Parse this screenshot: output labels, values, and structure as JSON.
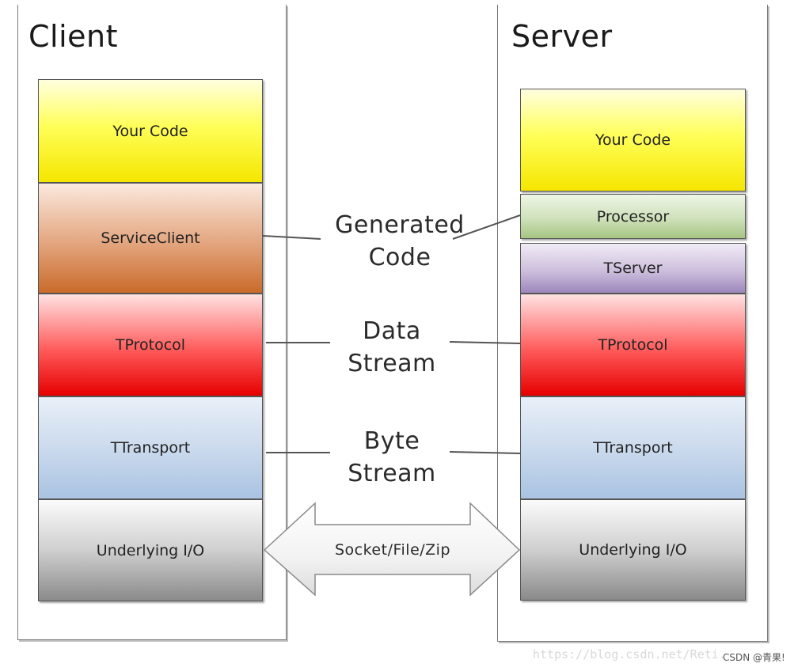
{
  "client": {
    "title": "Client",
    "layers": [
      "Your Code",
      "ServiceClient",
      "TProtocol",
      "TTransport",
      "Underlying I/O"
    ]
  },
  "server": {
    "title": "Server",
    "layers": [
      "Your Code",
      "Processor",
      "TServer",
      "TProtocol",
      "TTransport",
      "Underlying I/O"
    ]
  },
  "middle": {
    "generated": [
      "Generated",
      "Code"
    ],
    "data": [
      "Data",
      "Stream"
    ],
    "byte": [
      "Byte",
      "Stream"
    ],
    "arrow_label": "Socket/File/Zip"
  },
  "watermark": {
    "url": "https://blog.csdn.net/Reti...",
    "csdn": "CSDN @青果!"
  }
}
